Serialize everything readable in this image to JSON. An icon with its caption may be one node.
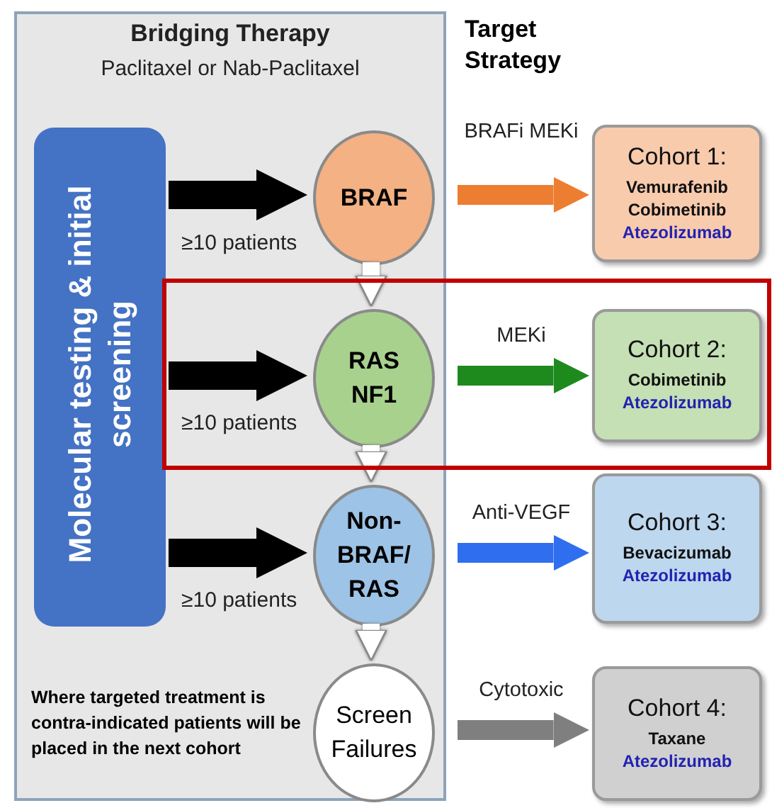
{
  "diagram": {
    "nodes": [
      {
        "text": [
          "Bridging Therapy",
          "Paclitaxel or Nab-Paclitaxel"
        ]
      },
      {
        "text": [
          "Molecular testing & initial screening"
        ],
        "in": 0
      },
      {
        "text": [
          "BRAF"
        ],
        "in": 0
      },
      {
        "text": [
          "RAS NF1"
        ],
        "in": 0
      },
      {
        "text": [
          "Non-BRAF/ RAS"
        ],
        "in": 0
      },
      {
        "text": [
          "Screen Failures"
        ],
        "in": 0
      },
      {
        "text": [
          "Cohort 1:",
          "Vemurafenib",
          "Cobimetinib",
          "Atezolizumab"
        ]
      },
      {
        "text": [
          "Cohort 2:",
          "Cobimetinib",
          "Atezolizumab"
        ]
      },
      {
        "text": [
          "Cohort 3:",
          "Bevacizumab",
          "Atezolizumab"
        ]
      },
      {
        "text": [
          "Cohort 4:",
          "Taxane",
          "Atezolizumab"
        ]
      }
    ],
    "edges": [
      {
        "from": 1,
        "to": 2,
        "arrow": "to",
        "label": "≥10 patients",
        "color": "#000000"
      },
      {
        "from": 1,
        "to": 3,
        "arrow": "to",
        "label": "≥10 patients",
        "color": "#000000"
      },
      {
        "from": 1,
        "to": 4,
        "arrow": "to",
        "label": "≥10 patients",
        "color": "#000000"
      },
      {
        "from": 2,
        "to": 3,
        "arrow": "to",
        "color": "#ffffff"
      },
      {
        "from": 3,
        "to": 4,
        "arrow": "to",
        "color": "#ffffff"
      },
      {
        "from": 4,
        "to": 5,
        "arrow": "to",
        "color": "#ffffff"
      },
      {
        "from": 2,
        "to": 6,
        "arrow": "to",
        "label": "BRAFi MEKi",
        "color": "#ed7d31"
      },
      {
        "from": 3,
        "to": 7,
        "arrow": "to",
        "label": "MEKi",
        "color": "#1e8a1e"
      },
      {
        "from": 4,
        "to": 8,
        "arrow": "to",
        "label": "Anti-VEGF",
        "color": "#2f6fef"
      },
      {
        "from": 5,
        "to": 9,
        "arrow": "to",
        "label": "Cytotoxic",
        "color": "#7f7f7f"
      }
    ],
    "labels": [
      "Target Strategy",
      "Where targeted treatment is contra-indicated patients will be placed in the next cohort"
    ]
  }
}
